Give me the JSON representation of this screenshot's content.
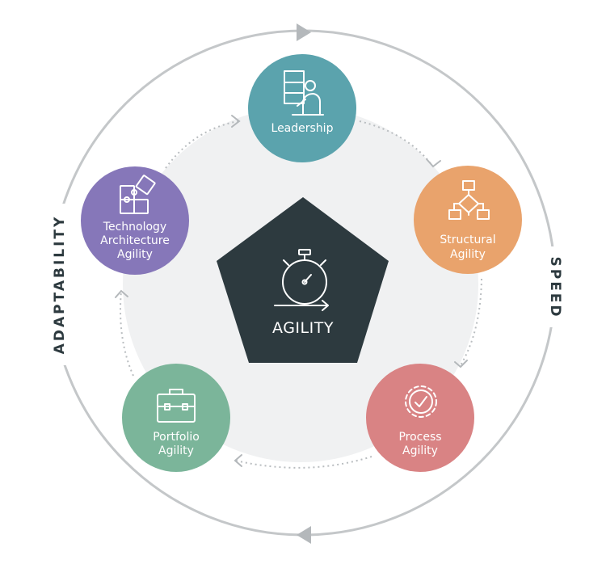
{
  "diagram": {
    "center": {
      "label": "AGILITY",
      "icon": "stopwatch-icon",
      "color": "#2d3a3f"
    },
    "outer_labels": {
      "left": "ADAPTABILITY",
      "right": "SPEED"
    },
    "nodes": [
      {
        "id": "leadership",
        "lines": [
          "Leadership"
        ],
        "color": "#5ba3ad",
        "icon": "presenter-icon"
      },
      {
        "id": "structural",
        "lines": [
          "Structural",
          "Agility"
        ],
        "color": "#e9a36c",
        "icon": "flowchart-icon"
      },
      {
        "id": "process",
        "lines": [
          "Process",
          "Agility"
        ],
        "color": "#d98384",
        "icon": "gear-check-icon"
      },
      {
        "id": "portfolio",
        "lines": [
          "Portfolio",
          "Agility"
        ],
        "color": "#7bb59a",
        "icon": "briefcase-icon"
      },
      {
        "id": "technology",
        "lines": [
          "Technology",
          "Architecture",
          "Agility"
        ],
        "color": "#8677b9",
        "icon": "puzzle-icon"
      }
    ],
    "colors": {
      "outer_ring": "#c4c7c9",
      "inner_disc": "#f0f1f2",
      "dotted_path": "#b9bdc0"
    }
  }
}
